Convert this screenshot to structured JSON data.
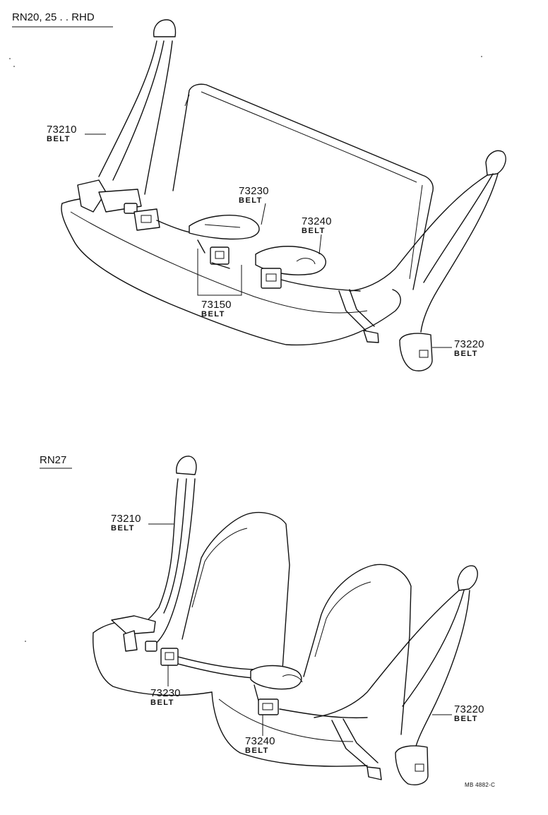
{
  "sections": [
    {
      "label": "RN20, 25 . . RHD",
      "parts": [
        {
          "number": "73210",
          "name": "BELT"
        },
        {
          "number": "73230",
          "name": "BELT"
        },
        {
          "number": "73240",
          "name": "BELT"
        },
        {
          "number": "73150",
          "name": "BELT"
        },
        {
          "number": "73220",
          "name": "BELT"
        }
      ]
    },
    {
      "label": "RN27",
      "parts": [
        {
          "number": "73210",
          "name": "BELT"
        },
        {
          "number": "73230",
          "name": "BELT"
        },
        {
          "number": "73240",
          "name": "BELT"
        },
        {
          "number": "73220",
          "name": "BELT"
        }
      ]
    }
  ],
  "footer": "MB 4882-C"
}
